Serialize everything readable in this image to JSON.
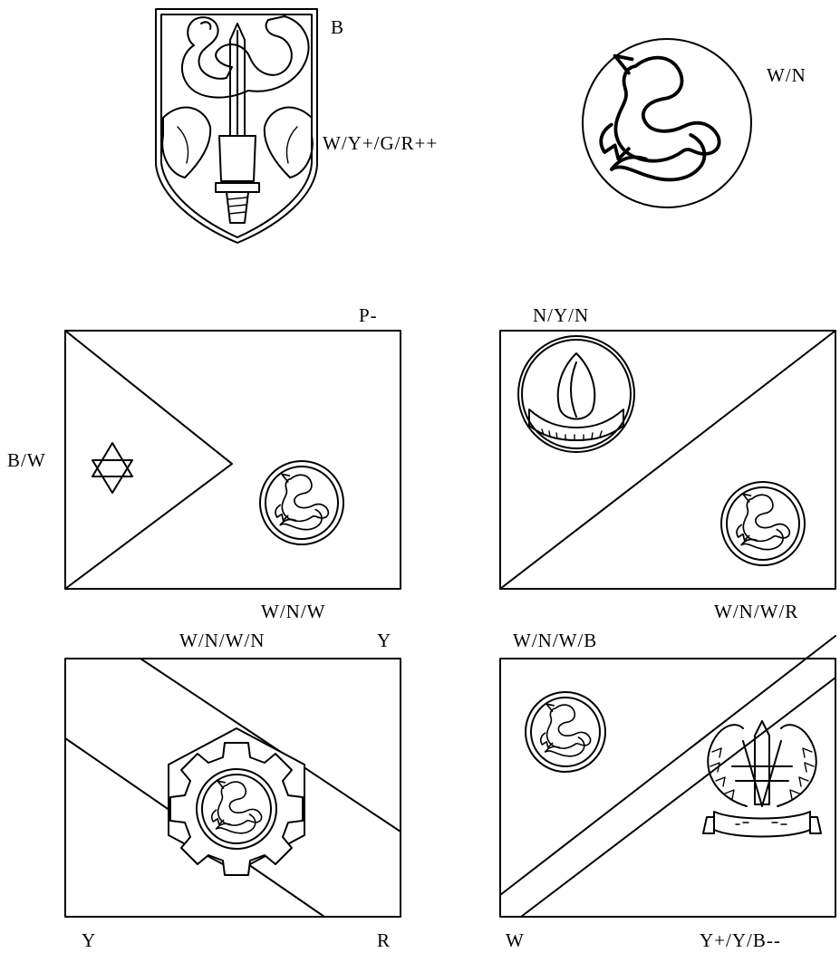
{
  "figures": {
    "shield": {
      "color_codes": [
        "B",
        "W/Y+/G/R++"
      ]
    },
    "roundel": {
      "color_codes": [
        "W/N"
      ]
    },
    "flag_star": {
      "color_codes": [
        "P-",
        "B/W",
        "W/N/W"
      ]
    },
    "flag_diagonal": {
      "color_codes": [
        "N/Y/N",
        "W/N/W/R"
      ]
    },
    "flag_gear": {
      "color_codes": [
        "W/N/W/N",
        "Y",
        "Y",
        "R"
      ]
    },
    "flag_stripe": {
      "color_codes": [
        "W/N/W/B",
        "W",
        "Y+/Y/B--"
      ]
    }
  },
  "colors": {
    "ink": "#000000",
    "paper": "#ffffff"
  }
}
